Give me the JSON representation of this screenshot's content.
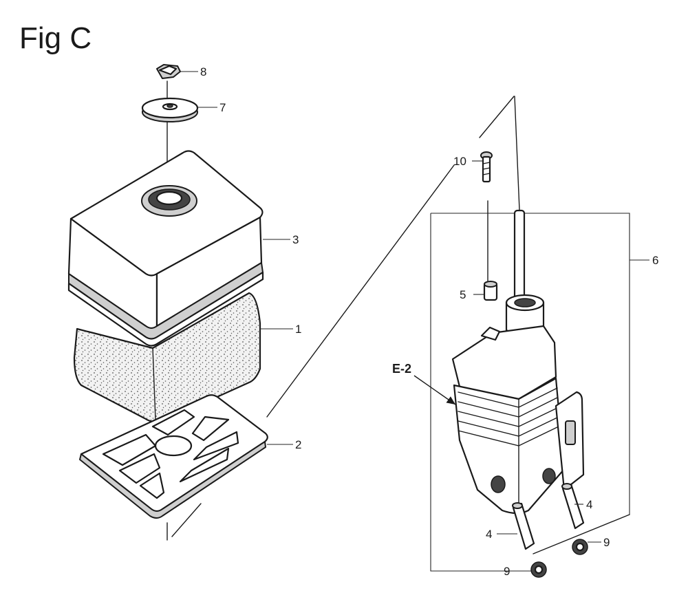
{
  "figure": {
    "title": "Fig C"
  },
  "callouts": {
    "p1": "1",
    "p2": "2",
    "p3": "3",
    "p4a": "4",
    "p4b": "4",
    "p5": "5",
    "p6": "6",
    "p7": "7",
    "p8": "8",
    "p9a": "9",
    "p9b": "9",
    "p10": "10",
    "ref": "E-2"
  }
}
